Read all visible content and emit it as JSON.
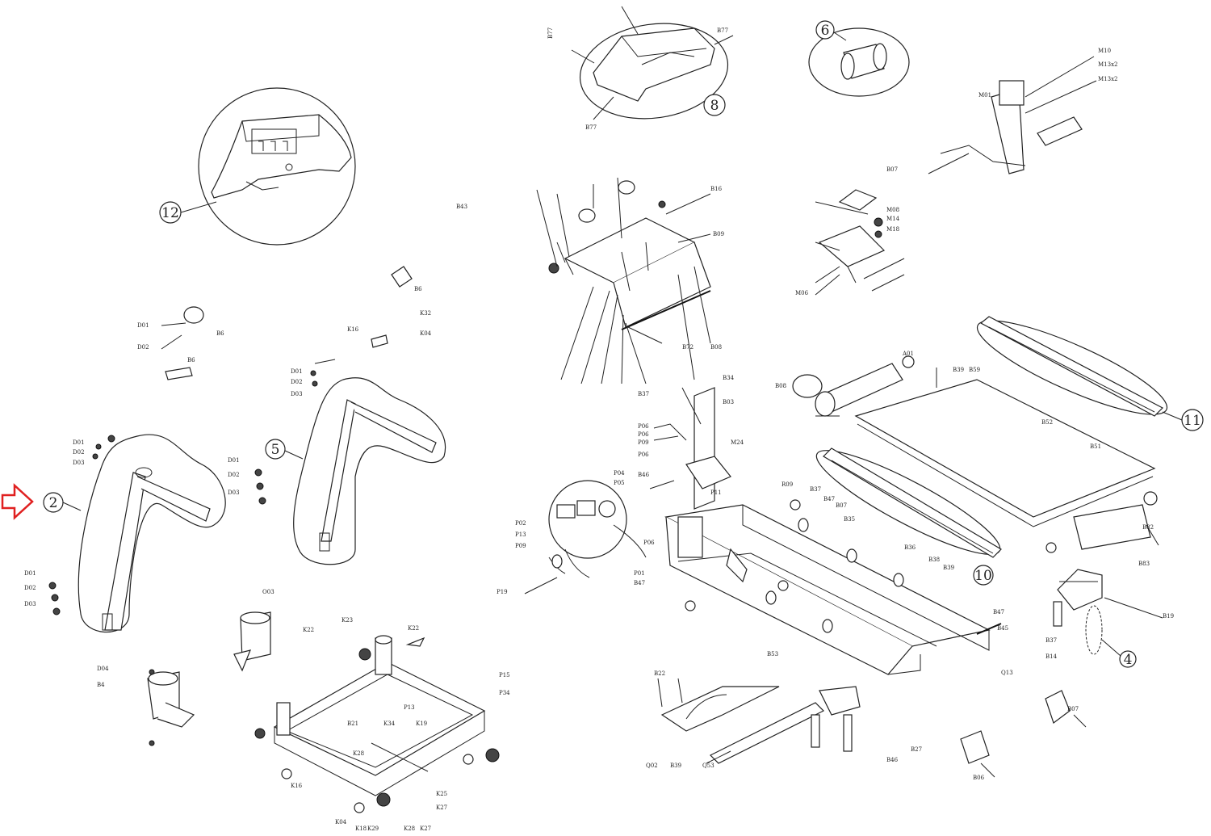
{
  "diagram": {
    "callouts": [
      {
        "id": "c2",
        "number": "2"
      },
      {
        "id": "c4",
        "number": "4"
      },
      {
        "id": "c5",
        "number": "5"
      },
      {
        "id": "c6",
        "number": "6"
      },
      {
        "id": "c8",
        "number": "8"
      },
      {
        "id": "c10",
        "number": "10"
      },
      {
        "id": "c11",
        "number": "11"
      },
      {
        "id": "c12",
        "number": "12"
      }
    ],
    "indicator_color": "#e02020",
    "line_color": "#222222"
  }
}
